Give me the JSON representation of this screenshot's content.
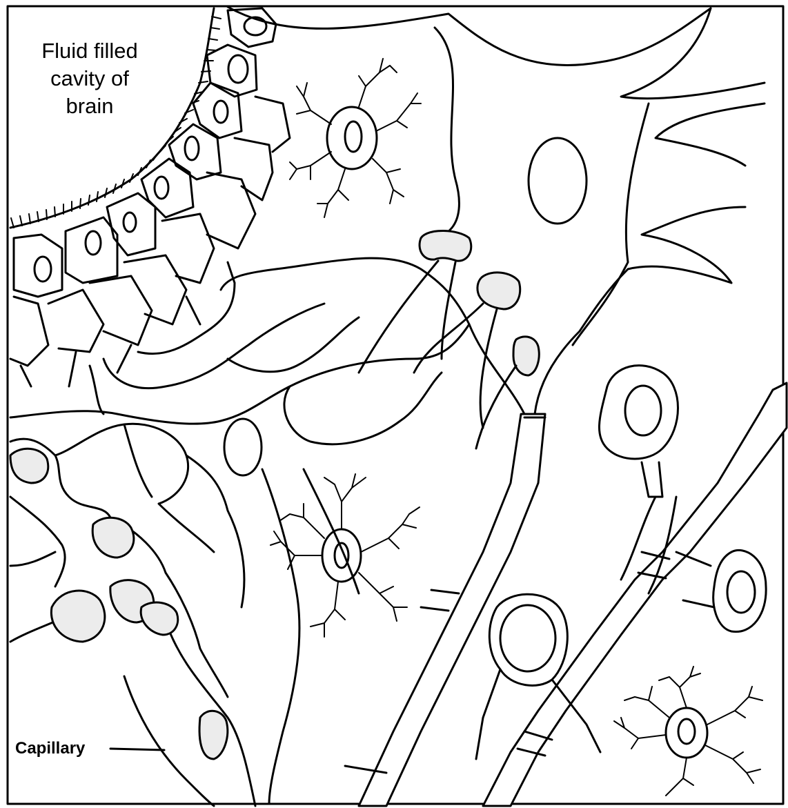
{
  "labels": {
    "cavity_line1": "Fluid filled",
    "cavity_line2": "cavity of",
    "cavity_line3": "brain",
    "capillary": "Capillary"
  },
  "colors": {
    "ink": "#000000",
    "background": "#ffffff"
  }
}
